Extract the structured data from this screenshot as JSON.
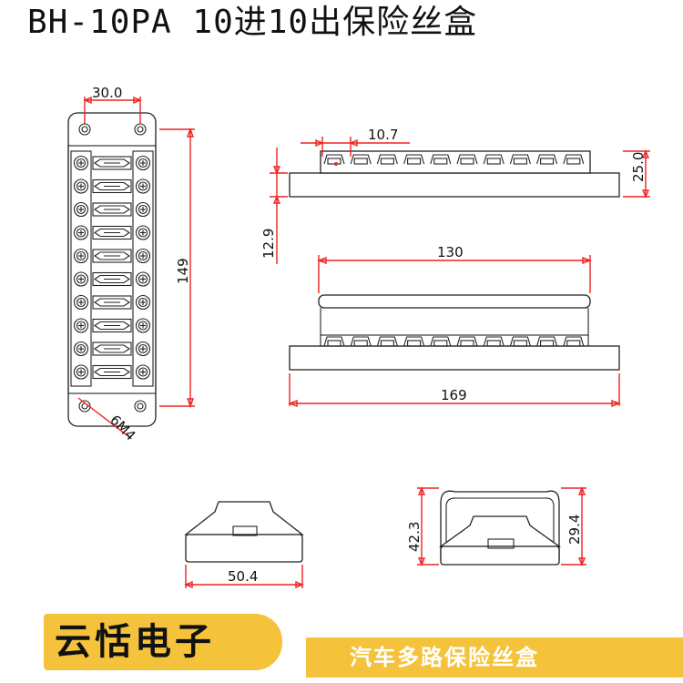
{
  "title": "BH-10PA  10进10出保险丝盒",
  "dimensions": {
    "top_width": "30.0",
    "height_149": "149",
    "hole": "6M4",
    "pitch": "10.7",
    "height_25": "25.0",
    "base_12_9": "12.9",
    "cover_130": "130",
    "overall_169": "169",
    "end_50_4": "50.4",
    "end_42_3": "42.3",
    "end_29_4": "29.4"
  },
  "footer": {
    "brand": "云恬电子",
    "product": "汽车多路保险丝盒"
  },
  "colors": {
    "accent": "#f5c33b",
    "dimension_line": "#ee2222"
  }
}
